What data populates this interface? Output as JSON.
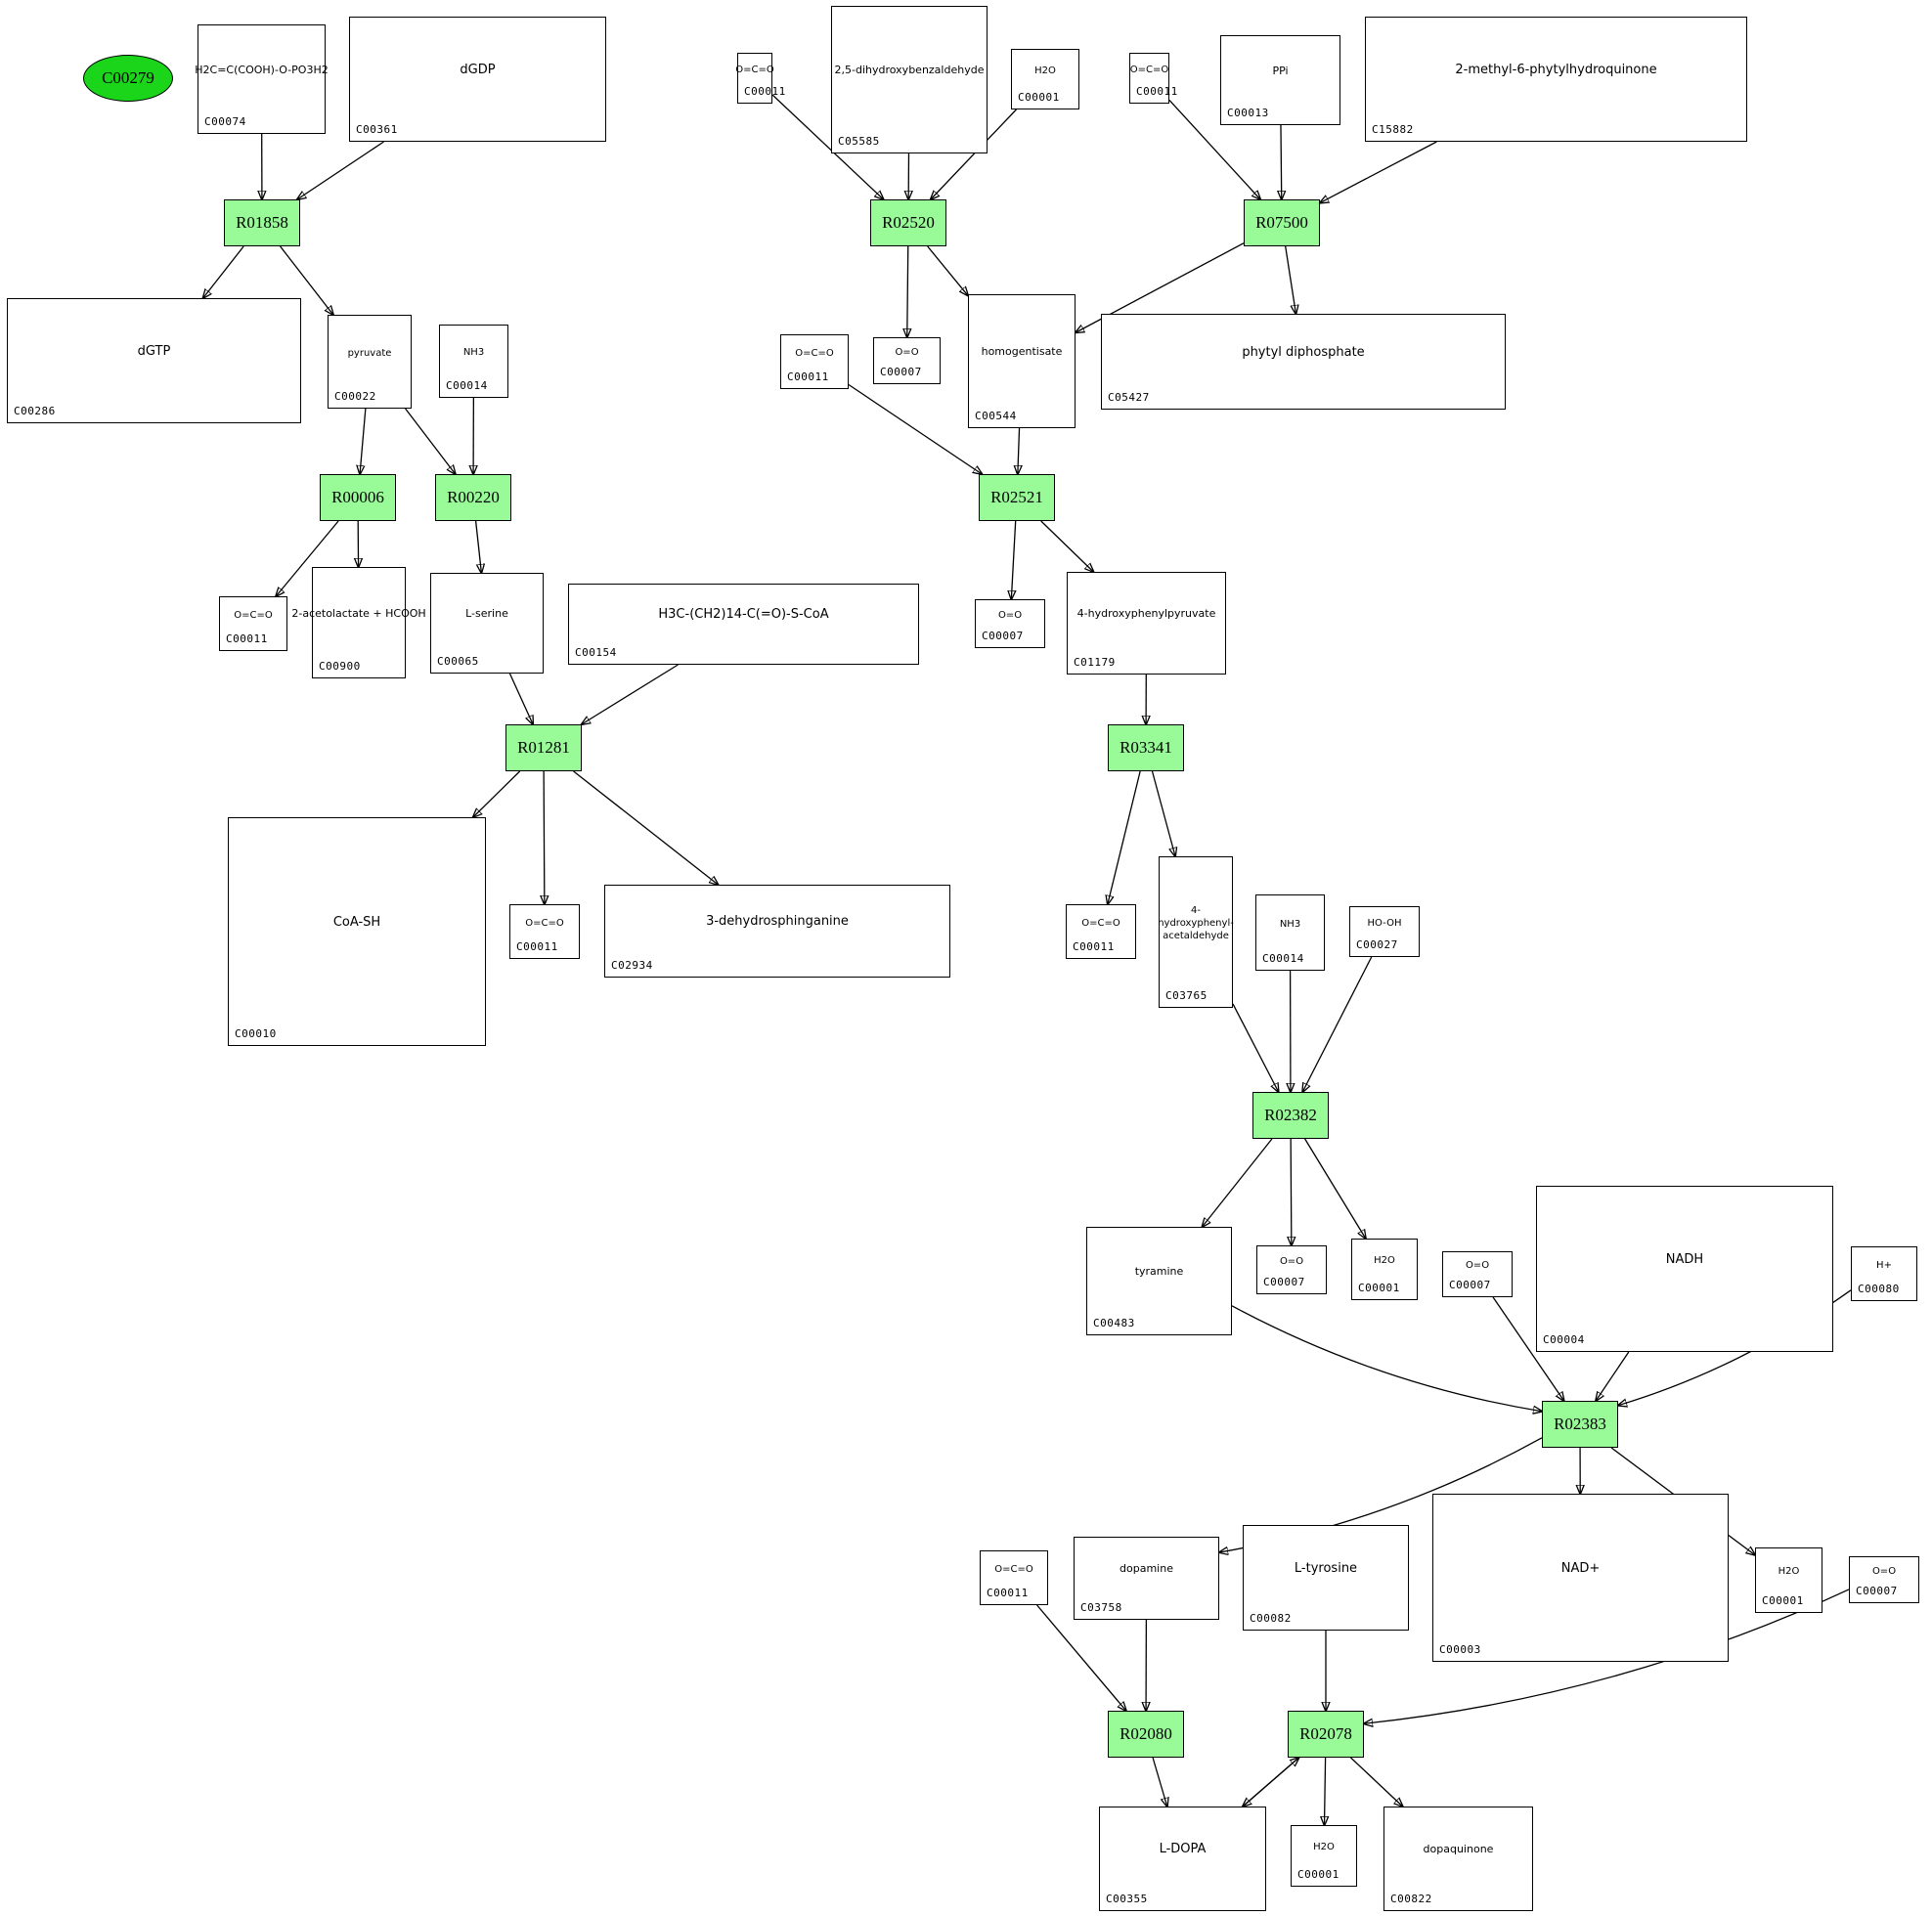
{
  "start_node": {
    "id": "C00279"
  },
  "reactions": [
    "R01858",
    "R02520",
    "R07500",
    "R00006",
    "R00220",
    "R02521",
    "R01281",
    "R03341",
    "R02382",
    "R02383",
    "R02080",
    "R02078"
  ],
  "compounds": [
    {
      "key": "c00074",
      "id": "C00074",
      "formula": "H2C=C(COOH)-O-PO3H2"
    },
    {
      "key": "c00361",
      "id": "C00361",
      "formula": "dGDP"
    },
    {
      "key": "c00011a",
      "id": "C00011",
      "formula": "O=C=O"
    },
    {
      "key": "c05585",
      "id": "C05585",
      "formula": "2,5-dihydroxybenzaldehyde"
    },
    {
      "key": "c00001a",
      "id": "C00001",
      "formula": "H2O"
    },
    {
      "key": "c00011b",
      "id": "C00011",
      "formula": "O=C=O"
    },
    {
      "key": "c00013",
      "id": "C00013",
      "formula": "PPi"
    },
    {
      "key": "c15882",
      "id": "C15882",
      "formula": "2-methyl-6-phytylhydroquinone"
    },
    {
      "key": "c00286",
      "id": "C00286",
      "formula": "dGTP"
    },
    {
      "key": "c00022",
      "id": "C00022",
      "formula": "pyruvate"
    },
    {
      "key": "c00014a",
      "id": "C00014",
      "formula": "NH3"
    },
    {
      "key": "c00007a",
      "id": "C00007",
      "formula": "O=O"
    },
    {
      "key": "c00544",
      "id": "C00544",
      "formula": "homogentisate"
    },
    {
      "key": "c05427",
      "id": "C05427",
      "formula": "phytyl diphosphate"
    },
    {
      "key": "c00011c",
      "id": "C00011",
      "formula": "O=C=O"
    },
    {
      "key": "c00011d",
      "id": "C00011",
      "formula": "O=C=O"
    },
    {
      "key": "c00900",
      "id": "C00900",
      "formula": "2-acetolactate + HCOOH"
    },
    {
      "key": "c00065",
      "id": "C00065",
      "formula": "L-serine"
    },
    {
      "key": "c00154",
      "id": "C00154",
      "formula": "H3C-(CH2)14-C(=O)-S-CoA"
    },
    {
      "key": "c00007b",
      "id": "C00007",
      "formula": "O=O"
    },
    {
      "key": "c01179",
      "id": "C01179",
      "formula": "4-hydroxyphenylpyruvate"
    },
    {
      "key": "c00010",
      "id": "C00010",
      "formula": "CoA-SH"
    },
    {
      "key": "c00011e",
      "id": "C00011",
      "formula": "O=C=O"
    },
    {
      "key": "c02934",
      "id": "C02934",
      "formula": "3-dehydrosphinganine"
    },
    {
      "key": "c00011f",
      "id": "C00011",
      "formula": "O=C=O"
    },
    {
      "key": "c03765",
      "id": "C03765",
      "formula": "4-hydroxyphenyl-acetaldehyde"
    },
    {
      "key": "c00014b",
      "id": "C00014",
      "formula": "NH3"
    },
    {
      "key": "c00027",
      "id": "C00027",
      "formula": "HO-OH"
    },
    {
      "key": "c00483",
      "id": "C00483",
      "formula": "tyramine"
    },
    {
      "key": "c00007c",
      "id": "C00007",
      "formula": "O=O"
    },
    {
      "key": "c00001b",
      "id": "C00001",
      "formula": "H2O"
    },
    {
      "key": "c00007d",
      "id": "C00007",
      "formula": "O=O"
    },
    {
      "key": "c00004",
      "id": "C00004",
      "formula": "NADH"
    },
    {
      "key": "c00080",
      "id": "C00080",
      "formula": "H+"
    },
    {
      "key": "c00011g",
      "id": "C00011",
      "formula": "O=C=O"
    },
    {
      "key": "c03758",
      "id": "C03758",
      "formula": "dopamine"
    },
    {
      "key": "c00082",
      "id": "C00082",
      "formula": "L-tyrosine"
    },
    {
      "key": "c00003",
      "id": "C00003",
      "formula": "NAD+"
    },
    {
      "key": "c00001c",
      "id": "C00001",
      "formula": "H2O"
    },
    {
      "key": "c00007e",
      "id": "C00007",
      "formula": "O=O"
    },
    {
      "key": "c00355",
      "id": "C00355",
      "formula": "L-DOPA"
    },
    {
      "key": "c00001d",
      "id": "C00001",
      "formula": "H2O"
    },
    {
      "key": "c00822",
      "id": "C00822",
      "formula": "dopaquinone"
    }
  ],
  "edges": [
    [
      "c00074",
      "R01858"
    ],
    [
      "c00361",
      "R01858"
    ],
    [
      "R01858",
      "c00286"
    ],
    [
      "R01858",
      "c00022"
    ],
    [
      "c00011a",
      "R02520"
    ],
    [
      "c05585",
      "R02520"
    ],
    [
      "c00001a",
      "R02520"
    ],
    [
      "R02520",
      "c00007a"
    ],
    [
      "R02520",
      "c00544"
    ],
    [
      "c00011b",
      "R07500"
    ],
    [
      "c00013",
      "R07500"
    ],
    [
      "c15882",
      "R07500"
    ],
    [
      "R07500",
      "c00544"
    ],
    [
      "R07500",
      "c05427"
    ],
    [
      "c00022",
      "R00006"
    ],
    [
      "c00022",
      "R00220"
    ],
    [
      "c00014a",
      "R00220"
    ],
    [
      "R00006",
      "c00011d"
    ],
    [
      "R00006",
      "c00900"
    ],
    [
      "R00220",
      "c00065"
    ],
    [
      "c00011c",
      "R02521"
    ],
    [
      "c00544",
      "R02521"
    ],
    [
      "R02521",
      "c00007b"
    ],
    [
      "R02521",
      "c01179"
    ],
    [
      "c00065",
      "R01281"
    ],
    [
      "c00154",
      "R01281"
    ],
    [
      "R01281",
      "c00010"
    ],
    [
      "R01281",
      "c00011e"
    ],
    [
      "R01281",
      "c02934"
    ],
    [
      "c01179",
      "R03341"
    ],
    [
      "R03341",
      "c00011f"
    ],
    [
      "R03341",
      "c03765"
    ],
    [
      "c03765",
      "R02382"
    ],
    [
      "c00014b",
      "R02382"
    ],
    [
      "c00027",
      "R02382"
    ],
    [
      "R02382",
      "c00483"
    ],
    [
      "R02382",
      "c00007c"
    ],
    [
      "R02382",
      "c00001b"
    ],
    [
      "c00483",
      "R02383"
    ],
    [
      "c00007d",
      "R02383"
    ],
    [
      "c00004",
      "R02383"
    ],
    [
      "c00080",
      "R02383"
    ],
    [
      "R02383",
      "c03758"
    ],
    [
      "R02383",
      "c00003"
    ],
    [
      "R02383",
      "c00001c"
    ],
    [
      "c00011g",
      "R02080"
    ],
    [
      "c03758",
      "R02080"
    ],
    [
      "R02080",
      "c00355"
    ],
    [
      "c00082",
      "R02078"
    ],
    [
      "c00007e",
      "R02078"
    ],
    [
      "c00355",
      "R02078"
    ],
    [
      "R02078",
      "c00355"
    ],
    [
      "R02078",
      "c00001d"
    ],
    [
      "R02078",
      "c00822"
    ]
  ]
}
